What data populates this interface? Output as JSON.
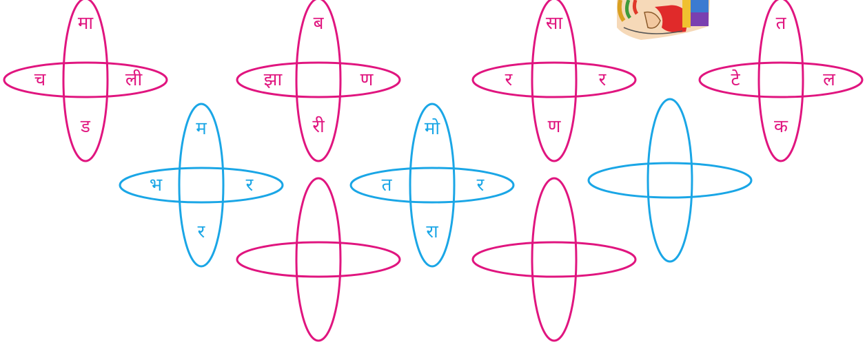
{
  "colors": {
    "pink": "#e0157f",
    "blue": "#1aa6e6"
  },
  "illustration": {
    "icon": "child-thinking-illustration"
  },
  "puzzles": [
    {
      "id": "chaal",
      "color": "pink",
      "top": "मा",
      "left": "च",
      "right": "ली",
      "bottom": "ड"
    },
    {
      "id": "bhramar",
      "color": "blue",
      "top": "म",
      "left": "भ",
      "right": "र",
      "bottom": "र"
    },
    {
      "id": "jhaad",
      "color": "pink",
      "top": "ब",
      "left": "झा",
      "right": "ण",
      "bottom": "री"
    },
    {
      "id": "blank1",
      "color": "pink",
      "top": "",
      "left": "",
      "right": "",
      "bottom": ""
    },
    {
      "id": "mota",
      "color": "blue",
      "top": "मो",
      "left": "त",
      "right": "र",
      "bottom": "रा"
    },
    {
      "id": "saar",
      "color": "pink",
      "top": "सा",
      "left": "र",
      "right": "र",
      "bottom": "ण"
    },
    {
      "id": "blank2",
      "color": "pink",
      "top": "",
      "left": "",
      "right": "",
      "bottom": ""
    },
    {
      "id": "blank3",
      "color": "blue",
      "top": "",
      "left": "",
      "right": "",
      "bottom": ""
    },
    {
      "id": "tatak",
      "color": "pink",
      "top": "त",
      "left": "टे",
      "right": "ल",
      "bottom": "क"
    }
  ]
}
